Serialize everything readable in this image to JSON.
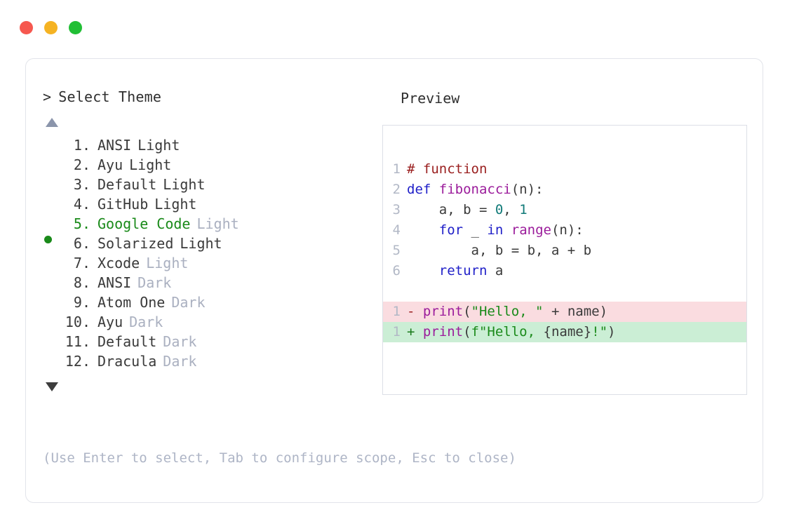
{
  "window": {
    "controls": [
      {
        "name": "close",
        "color": "#f6584f"
      },
      {
        "name": "minimize",
        "color": "#f5b323"
      },
      {
        "name": "maximize",
        "color": "#21bf35"
      }
    ]
  },
  "prompt": {
    "caret": ">",
    "label": "Select Theme"
  },
  "scroll": {
    "up_icon": "triangle-up",
    "down_icon": "triangle-down"
  },
  "themes": [
    {
      "number": "1.",
      "name": "ANSI",
      "variant": "Light",
      "variant_muted": false,
      "selected": false
    },
    {
      "number": "2.",
      "name": "Ayu",
      "variant": "Light",
      "variant_muted": false,
      "selected": false
    },
    {
      "number": "3.",
      "name": "Default",
      "variant": "Light",
      "variant_muted": false,
      "selected": false
    },
    {
      "number": "4.",
      "name": "GitHub",
      "variant": "Light",
      "variant_muted": false,
      "selected": false
    },
    {
      "number": "5.",
      "name": "Google Code",
      "variant": "Light",
      "variant_muted": true,
      "selected": true
    },
    {
      "number": "6.",
      "name": "Solarized",
      "variant": "Light",
      "variant_muted": false,
      "selected": false
    },
    {
      "number": "7.",
      "name": "Xcode",
      "variant": "Light",
      "variant_muted": true,
      "selected": false
    },
    {
      "number": "8.",
      "name": "ANSI",
      "variant": "Dark",
      "variant_muted": true,
      "selected": false
    },
    {
      "number": "9.",
      "name": "Atom One",
      "variant": "Dark",
      "variant_muted": true,
      "selected": false
    },
    {
      "number": "10.",
      "name": "Ayu",
      "variant": "Dark",
      "variant_muted": true,
      "selected": false
    },
    {
      "number": "11.",
      "name": "Default",
      "variant": "Dark",
      "variant_muted": true,
      "selected": false
    },
    {
      "number": "12.",
      "name": "Dracula",
      "variant": "Dark",
      "variant_muted": true,
      "selected": false
    }
  ],
  "preview": {
    "title": "Preview",
    "code_lines": [
      {
        "lineno": "1",
        "diff": "none",
        "tokens": [
          {
            "t": "# function",
            "c": "comment"
          }
        ]
      },
      {
        "lineno": "2",
        "diff": "none",
        "tokens": [
          {
            "t": "def",
            "c": "keyword"
          },
          {
            "t": " ",
            "c": "plain"
          },
          {
            "t": "fibonacci",
            "c": "func"
          },
          {
            "t": "(n):",
            "c": "plain"
          }
        ]
      },
      {
        "lineno": "3",
        "diff": "none",
        "tokens": [
          {
            "t": "    a, b = ",
            "c": "plain"
          },
          {
            "t": "0",
            "c": "number"
          },
          {
            "t": ", ",
            "c": "plain"
          },
          {
            "t": "1",
            "c": "number"
          }
        ]
      },
      {
        "lineno": "4",
        "diff": "none",
        "tokens": [
          {
            "t": "    ",
            "c": "plain"
          },
          {
            "t": "for",
            "c": "keyword"
          },
          {
            "t": " _ ",
            "c": "plain"
          },
          {
            "t": "in",
            "c": "keyword"
          },
          {
            "t": " ",
            "c": "plain"
          },
          {
            "t": "range",
            "c": "func"
          },
          {
            "t": "(n):",
            "c": "plain"
          }
        ]
      },
      {
        "lineno": "5",
        "diff": "none",
        "tokens": [
          {
            "t": "        a, b = b, a + b",
            "c": "plain"
          }
        ]
      },
      {
        "lineno": "6",
        "diff": "none",
        "tokens": [
          {
            "t": "    ",
            "c": "plain"
          },
          {
            "t": "return",
            "c": "keyword"
          },
          {
            "t": " a",
            "c": "plain"
          }
        ]
      },
      {
        "gap": true
      },
      {
        "lineno": "1",
        "diff": "del",
        "tokens": [
          {
            "t": "- ",
            "c": "delmark"
          },
          {
            "t": "print",
            "c": "func"
          },
          {
            "t": "(",
            "c": "plain"
          },
          {
            "t": "\"Hello, \"",
            "c": "string"
          },
          {
            "t": " + name)",
            "c": "plain"
          }
        ]
      },
      {
        "lineno": "1",
        "diff": "add",
        "tokens": [
          {
            "t": "+ ",
            "c": "addmark"
          },
          {
            "t": "print",
            "c": "func"
          },
          {
            "t": "(",
            "c": "plain"
          },
          {
            "t": "f\"Hello, ",
            "c": "string"
          },
          {
            "t": "{name}",
            "c": "plain"
          },
          {
            "t": "!\"",
            "c": "string"
          },
          {
            "t": ")",
            "c": "plain"
          }
        ]
      }
    ]
  },
  "hint": "(Use Enter to select, Tab to configure scope, Esc to close)",
  "colors": {
    "accent_green": "#1a8a1a",
    "muted": "#aab0c0",
    "diff_del_bg": "#fadce0",
    "diff_add_bg": "#cbeed5",
    "border": "#e2e4ea"
  }
}
